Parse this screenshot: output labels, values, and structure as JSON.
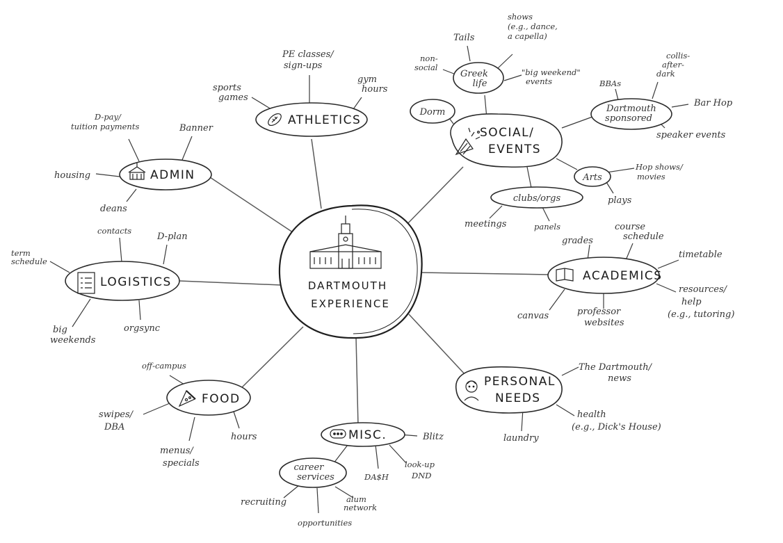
{
  "center": {
    "line1": "DARTMOUTH",
    "line2": "EXPERIENCE"
  },
  "athletics": {
    "label": "ATHLETICS",
    "sports": [
      "sports",
      "games"
    ],
    "pe": [
      "PE classes/",
      "sign-ups"
    ],
    "gym": [
      "gym",
      "hours"
    ]
  },
  "admin": {
    "label": "ADMIN",
    "dpay": [
      "D-pay/",
      "tuition payments"
    ],
    "banner": "Banner",
    "housing": "housing",
    "deans": "deans"
  },
  "logistics": {
    "label": "LOGISTICS",
    "contacts": "contacts",
    "dplan": "D-plan",
    "term": [
      "term",
      "schedule"
    ],
    "big": [
      "big",
      "weekends"
    ],
    "orgsync": "orgsync"
  },
  "food": {
    "label": "FOOD",
    "offcampus": "off-campus",
    "swipes": [
      "swipes/",
      "DBA"
    ],
    "menus": [
      "menus/",
      "specials"
    ],
    "hours": "hours"
  },
  "misc": {
    "label": "MISC.",
    "blitz": "Blitz",
    "lookup": [
      "look-up",
      "DND"
    ],
    "dabal": "DA$H",
    "career": [
      "career",
      "services"
    ],
    "recruiting": "recruiting",
    "opportunities": "opportunities",
    "alum": [
      "alum",
      "network"
    ]
  },
  "social": {
    "label1": "SOCIAL/",
    "label2": "EVENTS",
    "dorm": "Dorm",
    "greek": [
      "Greek",
      "life"
    ],
    "nonsocial": [
      "non-",
      "social"
    ],
    "tails": "Tails",
    "shows": [
      "shows",
      "(e.g., dance,",
      "a capella)"
    ],
    "bigweekend": [
      "\"big weekend\"",
      "events"
    ],
    "dsponsored": [
      "Dartmouth",
      "sponsored"
    ],
    "bbas": "BBAs",
    "collis": [
      "collis-",
      "after-",
      "dark"
    ],
    "barhop": "Bar Hop",
    "speaker": "speaker events",
    "arts": "Arts",
    "hopshows": [
      "Hop shows/",
      "movies"
    ],
    "plays": "plays",
    "clubs": "clubs/orgs",
    "meetings": "meetings",
    "panels": "panels"
  },
  "academics": {
    "label": "ACADEMICS",
    "grades": "grades",
    "course": [
      "course",
      "schedule"
    ],
    "timetable": "timetable",
    "resources": [
      "resources/",
      "help",
      "(e.g., tutoring)"
    ],
    "canvas": "canvas",
    "professor": [
      "professor",
      "websites"
    ]
  },
  "personal": {
    "label1": "PERSONAL",
    "label2": "NEEDS",
    "news": [
      "The Dartmouth/",
      "news"
    ],
    "health": [
      "health",
      "(e.g., Dick's House)"
    ],
    "laundry": "laundry"
  }
}
